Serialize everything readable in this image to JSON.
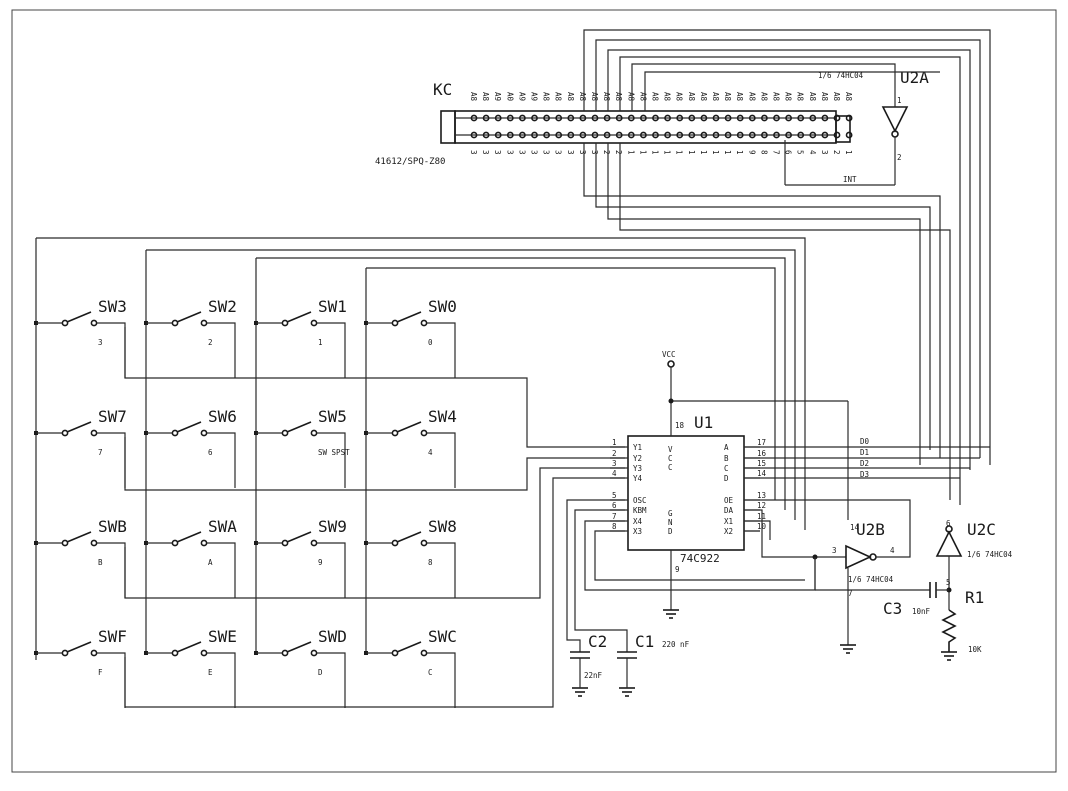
{
  "connector": {
    "ref": "KC",
    "part": "41612/SPQ-Z80",
    "top_pins": [
      "A8",
      "A8",
      "A9",
      "A0",
      "A9",
      "A9",
      "A8",
      "A8",
      "A8",
      "A8",
      "A8",
      "A8",
      "A8",
      "A8",
      "A8",
      "A8",
      "A8",
      "A8",
      "A8",
      "A8",
      "A8",
      "A8",
      "A8",
      "A8",
      "A8",
      "A8",
      "A8",
      "A8",
      "A8",
      "A8",
      "A8",
      "A8"
    ],
    "bottom_pins": [
      "3",
      "3",
      "3",
      "3",
      "3",
      "3",
      "3",
      "3",
      "3",
      "3",
      "3",
      "2",
      "2",
      "1",
      "1",
      "1",
      "1",
      "1",
      "1",
      "1",
      "1",
      "1",
      "1",
      "9",
      "8",
      "7",
      "6",
      "5",
      "4",
      "3",
      "2",
      "1"
    ]
  },
  "inverters": {
    "u2a": {
      "ref": "U2A",
      "part": "1/6 74HC04",
      "pin_in": "1",
      "pin_out": "2"
    },
    "u2b": {
      "ref": "U2B",
      "part": "1/6 74HC04",
      "pin_in": "3",
      "pin_out": "4",
      "pin_vcc": "14",
      "pin_gnd": "7"
    },
    "u2c": {
      "ref": "U2C",
      "part": "1/6 74HC04",
      "pin_in": "5",
      "pin_out": "6"
    }
  },
  "net_int": "INT",
  "vcc_label": "VCC",
  "encoder": {
    "ref": "U1",
    "part": "74C922",
    "vcc_pin": "18",
    "vcc_text": "V\nC\nC",
    "gnd_text": "G\nN\nD",
    "gnd_pin": "9",
    "left_pins": [
      {
        "num": "1",
        "name": "Y1"
      },
      {
        "num": "2",
        "name": "Y2"
      },
      {
        "num": "3",
        "name": "Y3"
      },
      {
        "num": "4",
        "name": "Y4"
      },
      {
        "num": "5",
        "name": "OSC"
      },
      {
        "num": "6",
        "name": "KBM"
      },
      {
        "num": "7",
        "name": "X4"
      },
      {
        "num": "8",
        "name": "X3"
      }
    ],
    "right_pins": [
      {
        "num": "17",
        "name": "A"
      },
      {
        "num": "16",
        "name": "B"
      },
      {
        "num": "15",
        "name": "C"
      },
      {
        "num": "14",
        "name": "D"
      },
      {
        "num": "13",
        "name": "OE"
      },
      {
        "num": "12",
        "name": "DA"
      },
      {
        "num": "11",
        "name": "X1"
      },
      {
        "num": "10",
        "name": "X2"
      }
    ]
  },
  "data_nets": [
    "D0",
    "D1",
    "D2",
    "D3"
  ],
  "switches": [
    {
      "ref": "SW3",
      "key": "3"
    },
    {
      "ref": "SW2",
      "key": "2"
    },
    {
      "ref": "SW1",
      "key": "1"
    },
    {
      "ref": "SW0",
      "key": "0"
    },
    {
      "ref": "SW7",
      "key": "7"
    },
    {
      "ref": "SW6",
      "key": "6"
    },
    {
      "ref": "SW5",
      "key": "SW SPST"
    },
    {
      "ref": "SW4",
      "key": "4"
    },
    {
      "ref": "SWB",
      "key": "B"
    },
    {
      "ref": "SWA",
      "key": "A"
    },
    {
      "ref": "SW9",
      "key": "9"
    },
    {
      "ref": "SW8",
      "key": "8"
    },
    {
      "ref": "SWF",
      "key": "F"
    },
    {
      "ref": "SWE",
      "key": "E"
    },
    {
      "ref": "SWD",
      "key": "D"
    },
    {
      "ref": "SWC",
      "key": "C"
    }
  ],
  "capacitors": {
    "c1": {
      "ref": "C1",
      "value": "220 nF"
    },
    "c2": {
      "ref": "C2",
      "value": "22nF"
    },
    "c3": {
      "ref": "C3",
      "value": "10nF"
    }
  },
  "resistor": {
    "ref": "R1",
    "value": "10K"
  }
}
